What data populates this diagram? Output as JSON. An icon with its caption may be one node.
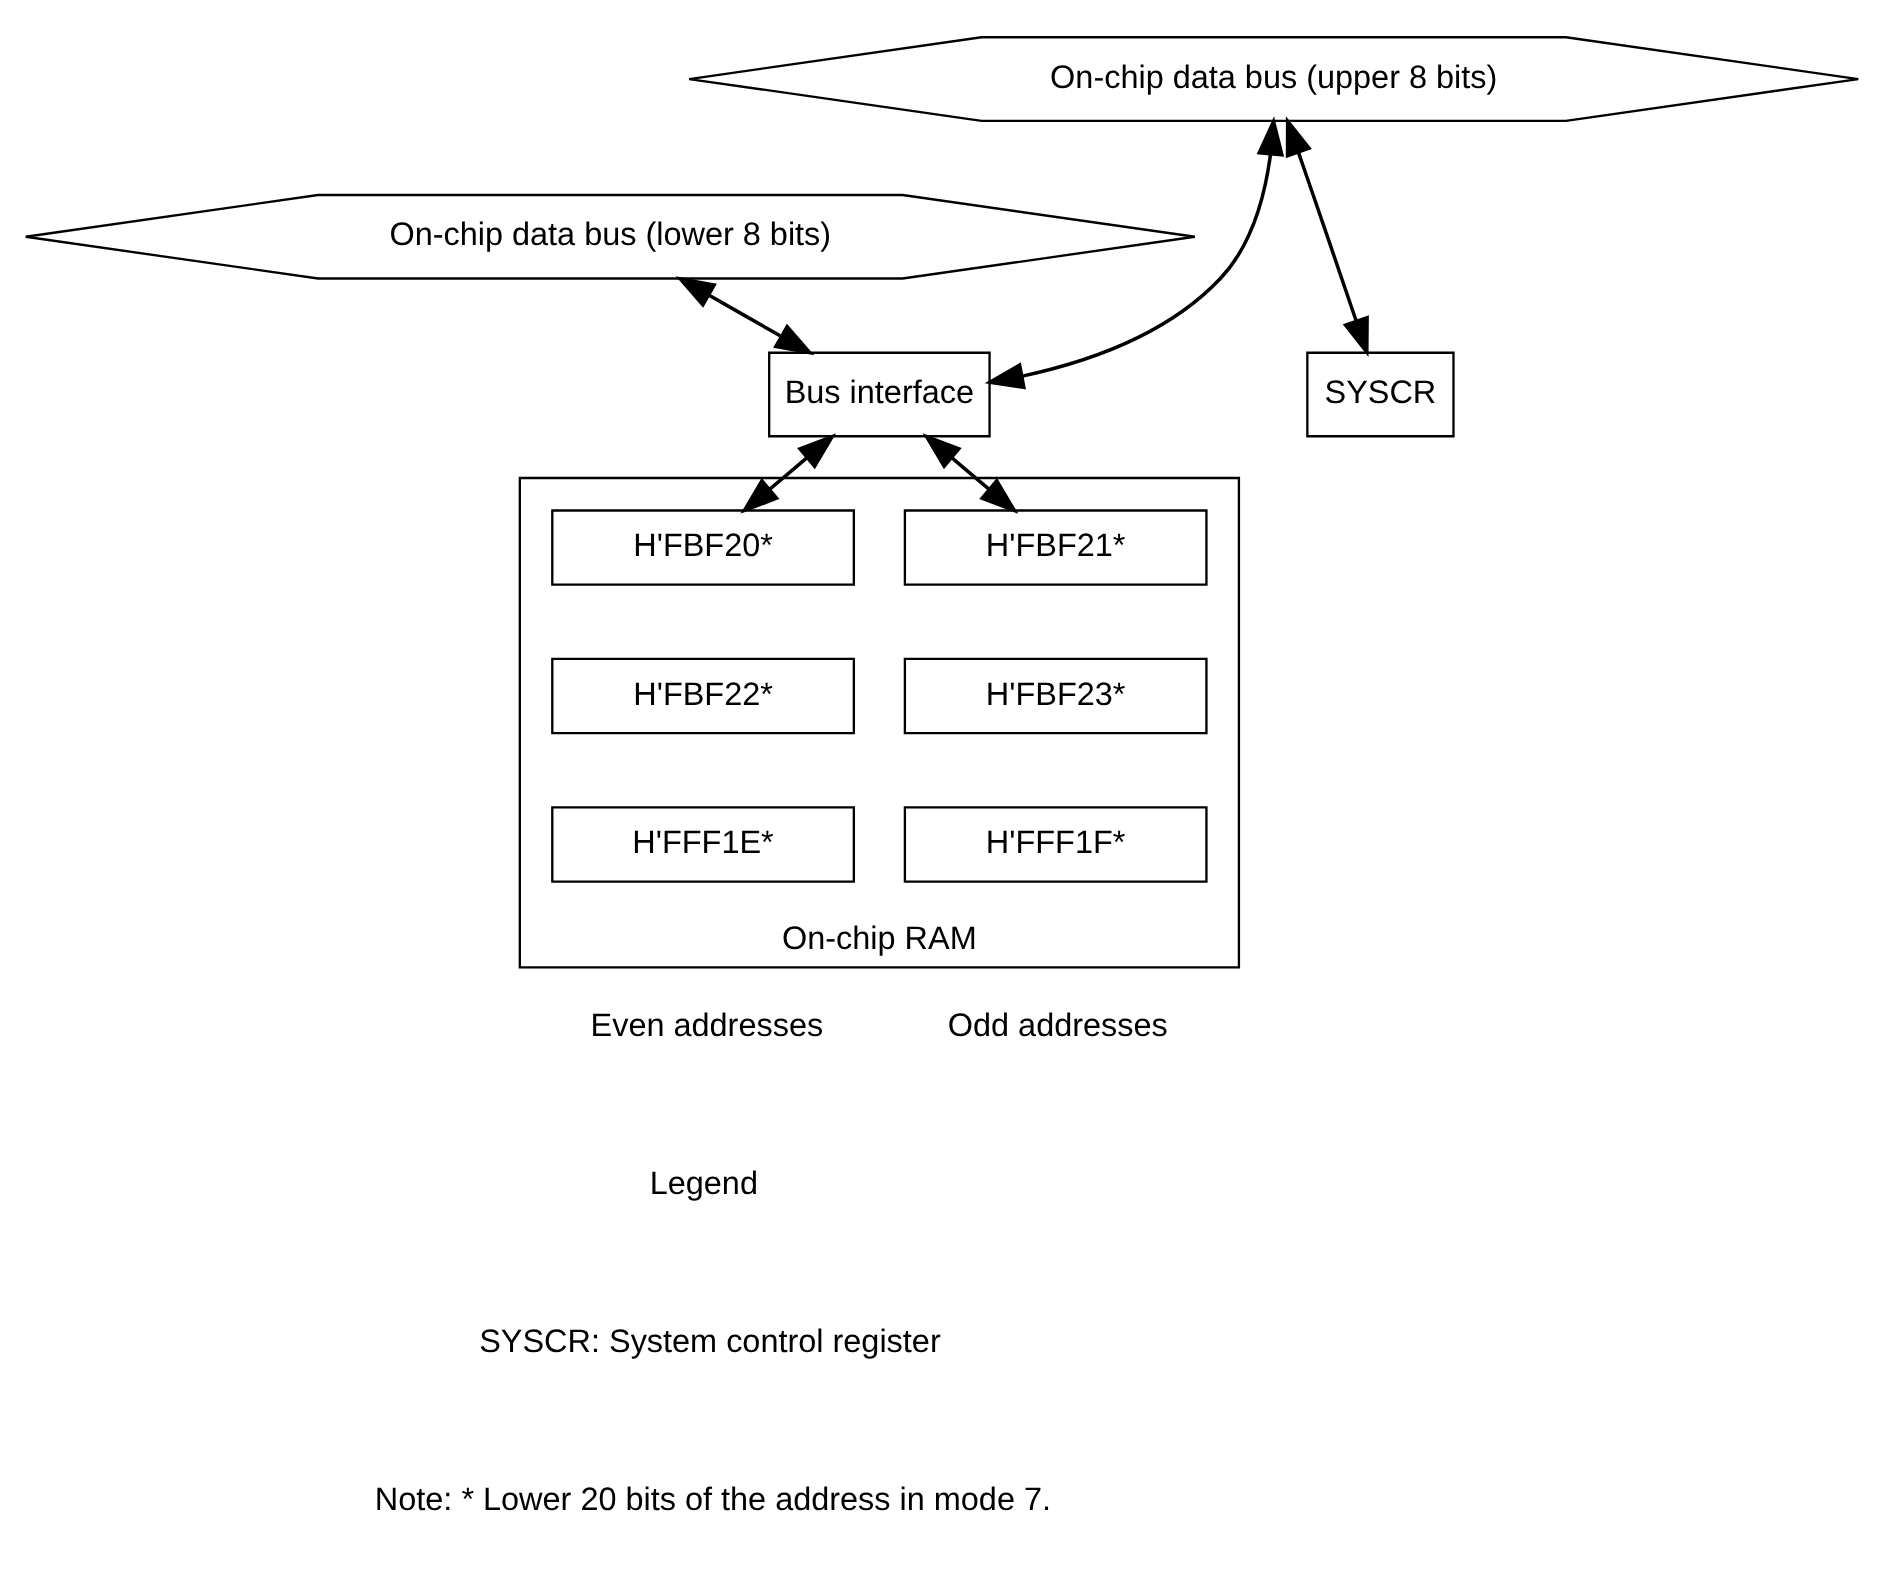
{
  "diagram": {
    "nodes": [
      {
        "text": [
          "On-chip data bus (upper 8 bits)"
        ]
      },
      {
        "text": [
          "On-chip data bus (lower 8 bits)"
        ]
      },
      {
        "text": [
          "Bus interface"
        ]
      },
      {
        "text": [
          "SYSCR"
        ]
      },
      {
        "text": [
          "On-chip RAM"
        ]
      },
      {
        "text": [
          "H'FBF20*"
        ],
        "in": 4
      },
      {
        "text": [
          "H'FBF21*"
        ],
        "in": 4
      },
      {
        "text": [
          "H'FBF22*"
        ],
        "in": 4
      },
      {
        "text": [
          "H'FBF23*"
        ],
        "in": 4
      },
      {
        "text": [
          "H'FFF1E*"
        ],
        "in": 4
      },
      {
        "text": [
          "H'FFF1F*"
        ],
        "in": 4
      }
    ],
    "edges": [
      {
        "from": 0,
        "to": 2,
        "arrow": "both"
      },
      {
        "from": 1,
        "to": 2,
        "arrow": "both"
      },
      {
        "from": 0,
        "to": 3,
        "arrow": "both"
      },
      {
        "from": 2,
        "to": 5,
        "arrow": "both"
      },
      {
        "from": 2,
        "to": 6,
        "arrow": "both"
      }
    ],
    "labels": [
      "Even addresses",
      "Odd addresses",
      "Legend",
      "SYSCR: System control register",
      "Note: * Lower 20 bits of the address in mode 7."
    ]
  }
}
